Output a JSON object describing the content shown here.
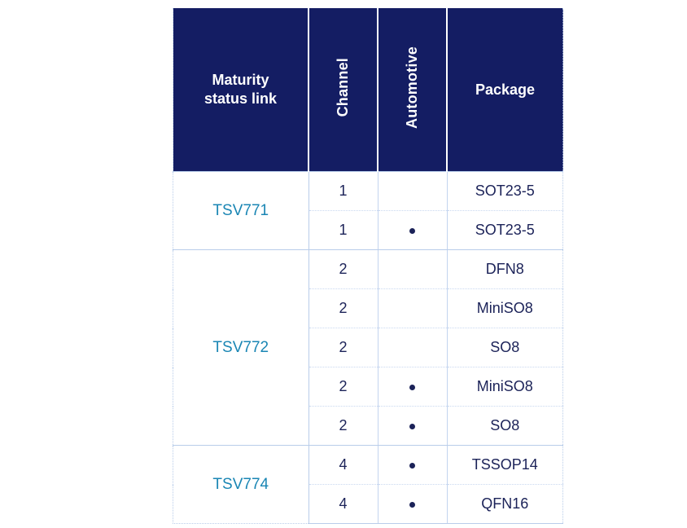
{
  "table": {
    "headers": [
      {
        "label": "Maturity\nstatus link",
        "orientation": "horizontal",
        "name": "maturity-status-link"
      },
      {
        "label": "Channel",
        "orientation": "vertical",
        "name": "channel"
      },
      {
        "label": "Automotive",
        "orientation": "vertical",
        "name": "automotive"
      },
      {
        "label": "Package",
        "orientation": "horizontal",
        "name": "package"
      }
    ],
    "header_line1": "Maturity",
    "header_line2": "status link",
    "header_channel": "Channel",
    "header_automotive": "Automotive",
    "header_package": "Package",
    "groups": [
      {
        "device": "TSV771",
        "rows": [
          {
            "channel": "1",
            "automotive": "",
            "package": "SOT23-5"
          },
          {
            "channel": "1",
            "automotive": "•",
            "package": "SOT23-5"
          }
        ]
      },
      {
        "device": "TSV772",
        "rows": [
          {
            "channel": "2",
            "automotive": "",
            "package": "DFN8"
          },
          {
            "channel": "2",
            "automotive": "",
            "package": "MiniSO8"
          },
          {
            "channel": "2",
            "automotive": "",
            "package": "SO8"
          },
          {
            "channel": "2",
            "automotive": "•",
            "package": "MiniSO8"
          },
          {
            "channel": "2",
            "automotive": "•",
            "package": "SO8"
          }
        ]
      },
      {
        "device": "TSV774",
        "rows": [
          {
            "channel": "4",
            "automotive": "•",
            "package": "TSSOP14"
          },
          {
            "channel": "4",
            "automotive": "•",
            "package": "QFN16"
          }
        ]
      }
    ]
  },
  "colors": {
    "header_background": "#141d63",
    "header_text": "#ffffff",
    "body_text": "#1b2258",
    "link_text": "#1a86b4",
    "grid_line": "#b9cdea",
    "grid_line_light": "#c9d8f0",
    "page_background": "#ffffff"
  }
}
